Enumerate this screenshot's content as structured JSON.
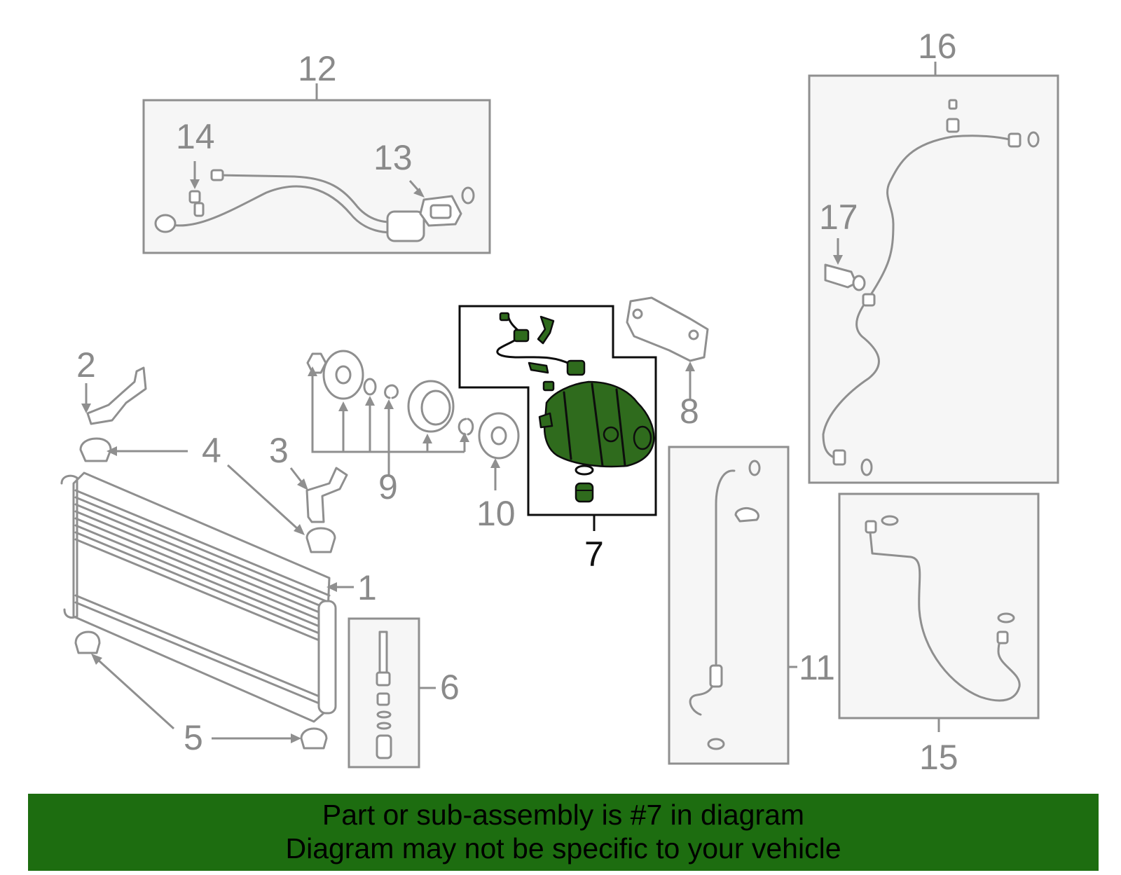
{
  "callouts": {
    "c1": "1",
    "c2": "2",
    "c3": "3",
    "c4": "4",
    "c5": "5",
    "c6": "6",
    "c7": "7",
    "c8": "8",
    "c9": "9",
    "c10": "10",
    "c11": "11",
    "c12": "12",
    "c13": "13",
    "c14": "14",
    "c15": "15",
    "c16": "16",
    "c17": "17"
  },
  "highlighted_part": "7",
  "colors": {
    "highlight": "#2f6b1d",
    "banner": "#1d6d10",
    "outline": "#8f8f8f"
  },
  "banner": {
    "line1": "Part or sub-assembly is #7 in diagram",
    "line2": "Diagram may not be specific to your vehicle"
  }
}
